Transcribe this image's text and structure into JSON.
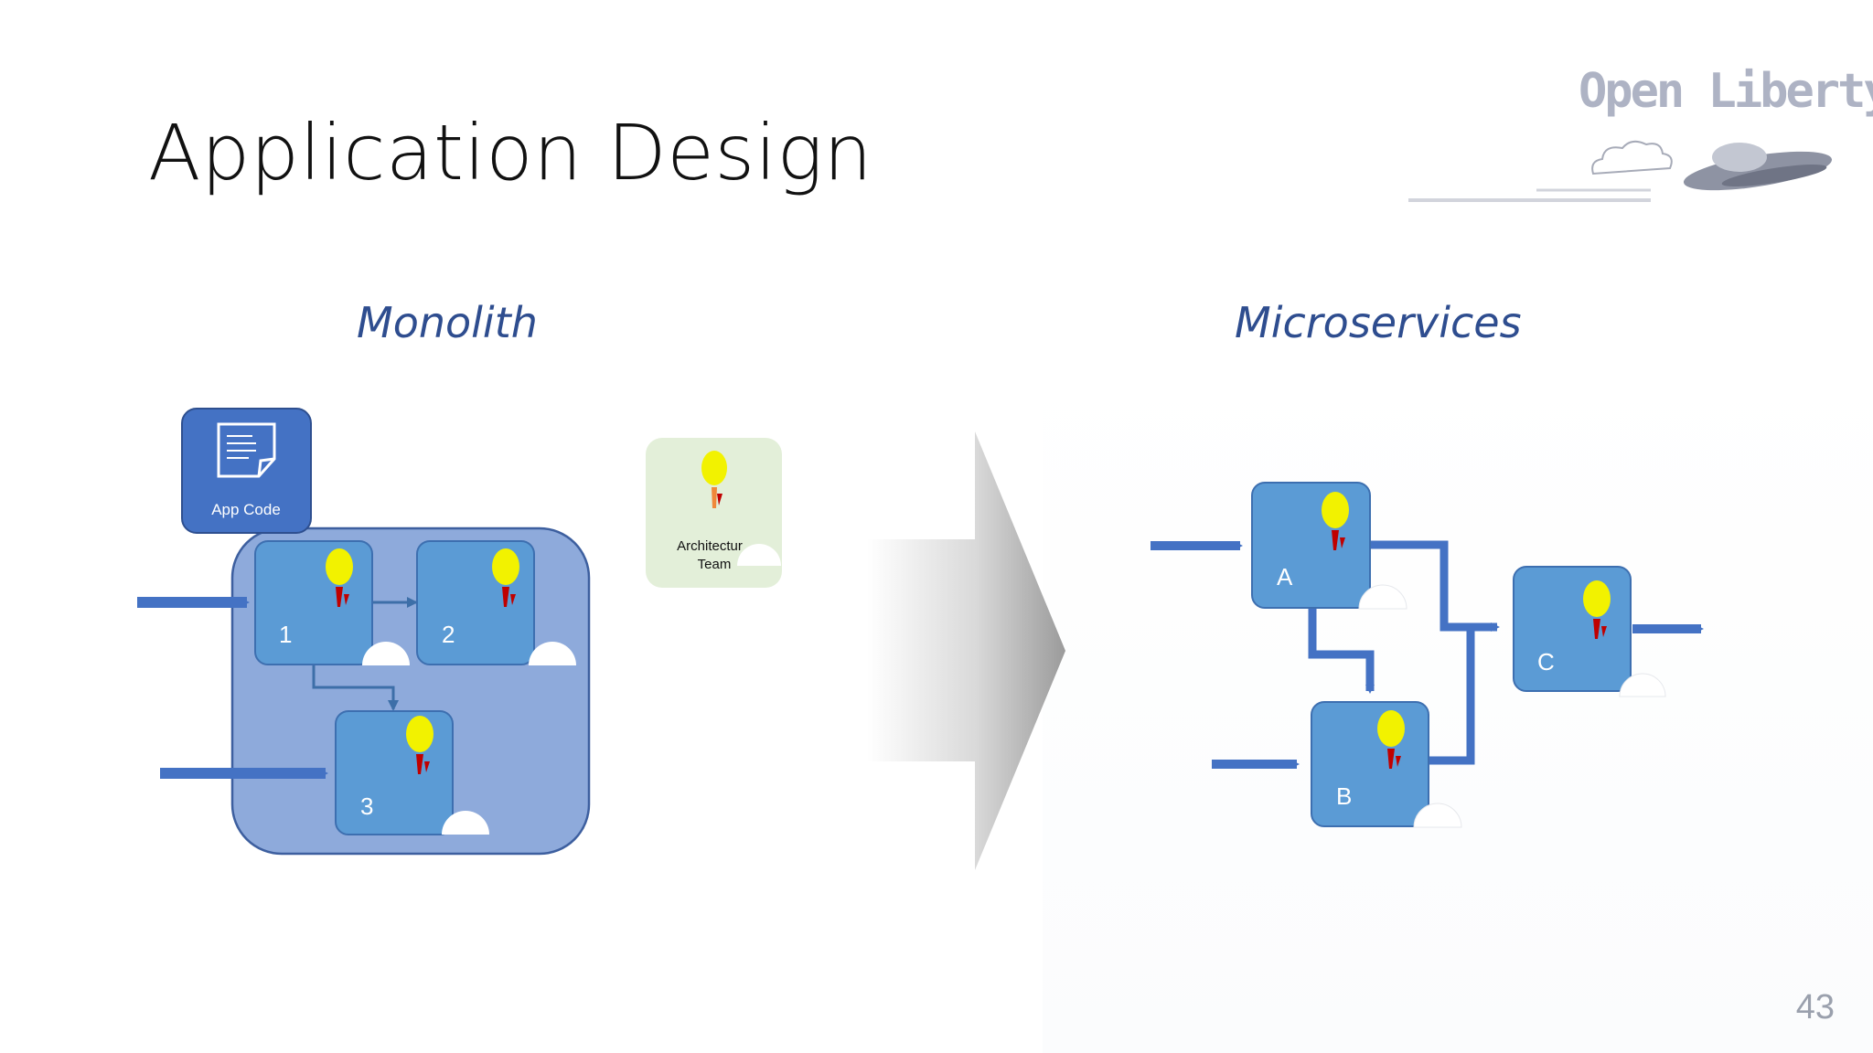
{
  "slide": {
    "title": "Application Design",
    "page_number": "43",
    "logo": {
      "text": "Open Liberty"
    }
  },
  "monolith": {
    "heading": "Monolith",
    "app_code_label": "App Code",
    "architecture_team_label_line1": "Architectur",
    "architecture_team_label_line2": "Team",
    "modules": [
      "1",
      "2",
      "3"
    ]
  },
  "microservices": {
    "heading": "Microservices",
    "services": [
      "A",
      "B",
      "C"
    ]
  },
  "colors": {
    "module_fill": "#5b9bd5",
    "module_border": "#3d6fb0",
    "container_fill": "#8eaadb",
    "app_code_fill": "#4472c4",
    "arrow_blue": "#4472c4",
    "person_head": "#f2f200",
    "team_card_fill": "#e3efd9",
    "heading_blue": "#2e4d8f"
  }
}
